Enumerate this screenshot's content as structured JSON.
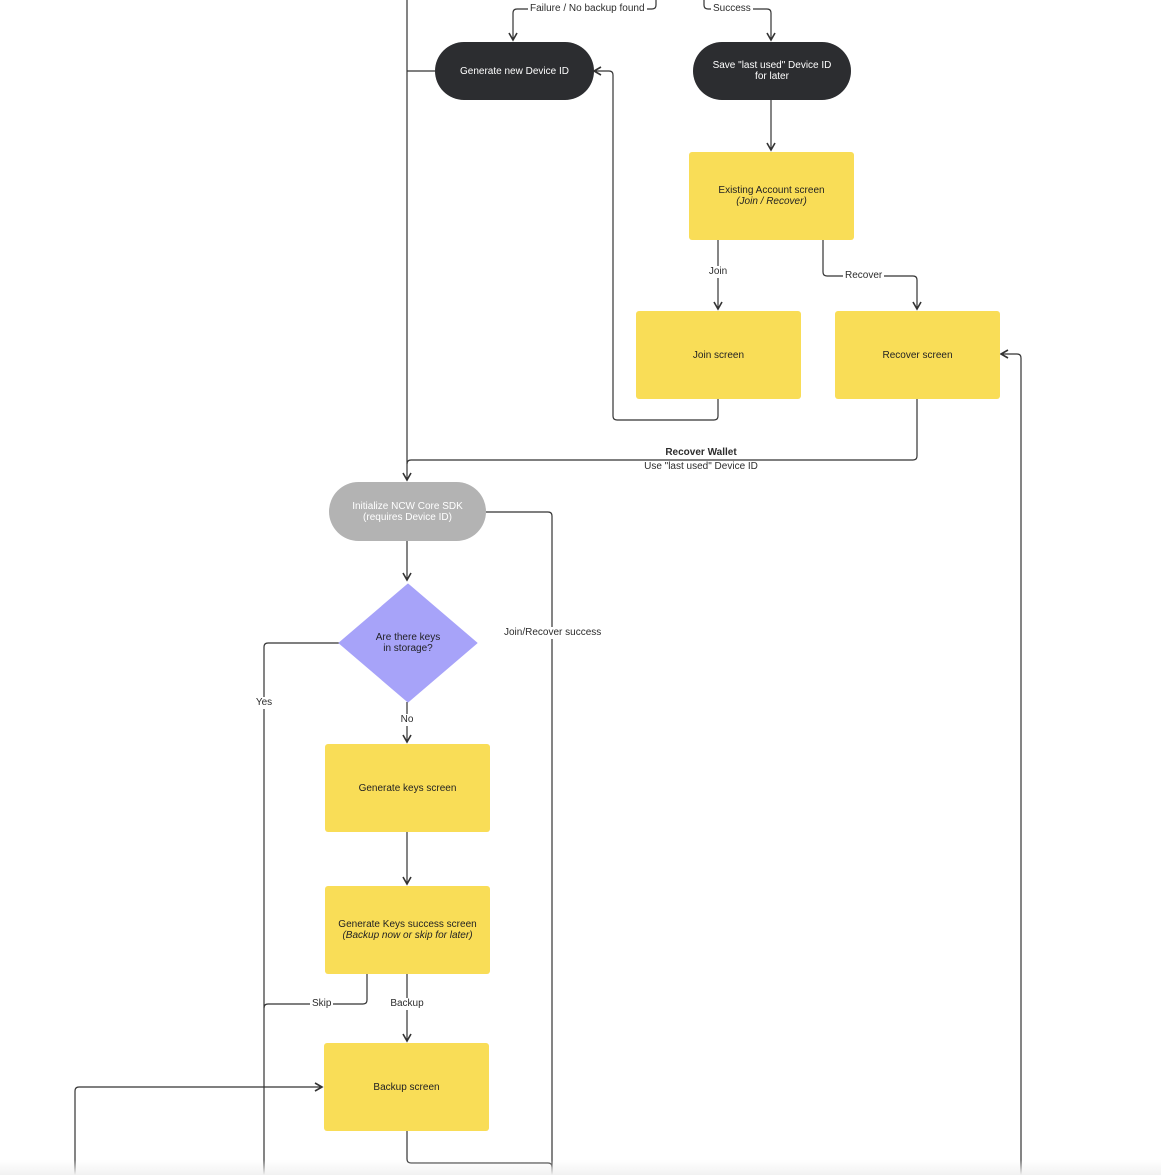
{
  "nodes": {
    "generate_device_id": "Generate new Device ID",
    "save_device_id": "Save \"last used\" Device ID for later",
    "existing_account": "Existing Account screen",
    "existing_account_sub": "(Join / Recover)",
    "join_screen": "Join screen",
    "recover_screen": "Recover screen",
    "init_sdk": "Initialize NCW Core SDK (requires Device ID)",
    "keys_decision": "Are there keys in storage?",
    "generate_keys": "Generate keys screen",
    "keys_success": "Generate Keys success screen",
    "keys_success_sub": "(Backup now or skip for later)",
    "backup_screen": "Backup screen"
  },
  "edges": {
    "failure": "Failure / No backup found",
    "success": "Success",
    "join": "Join",
    "recover": "Recover",
    "recover_wallet": "Recover Wallet",
    "use_last_used": "Use \"last used\" Device ID",
    "join_recover_success": "Join/Recover success",
    "yes": "Yes",
    "no": "No",
    "skip": "Skip",
    "backup": "Backup"
  },
  "colors": {
    "process": "#f9dd57",
    "terminal_dark": "#2c2d30",
    "terminal_gray": "#b3b3b3",
    "decision": "#a7a3f9",
    "line": "#333333"
  }
}
